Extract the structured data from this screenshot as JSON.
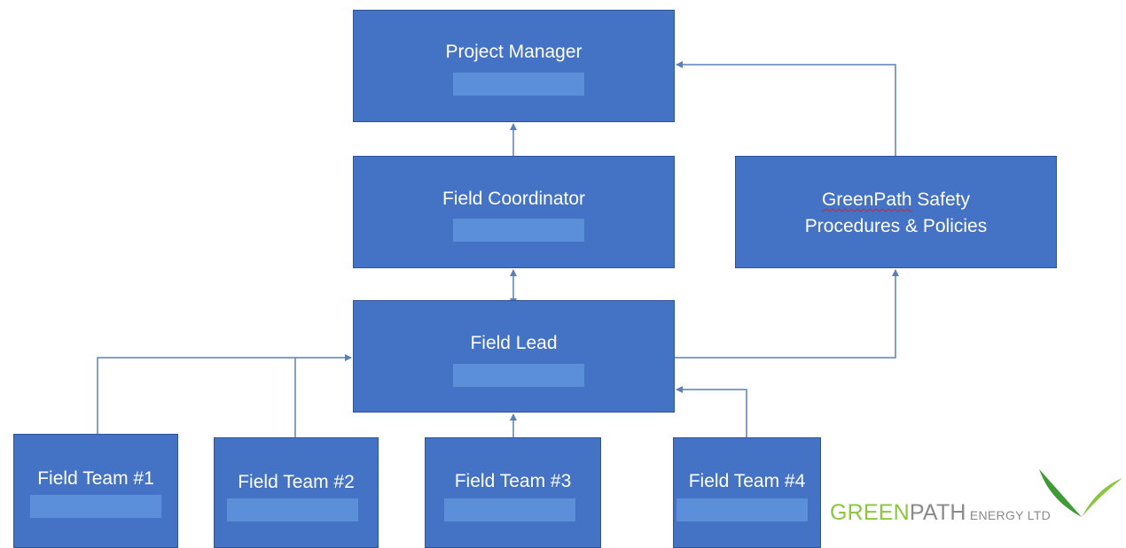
{
  "colors": {
    "box_fill": "#4472c4",
    "box_border": "#2f5597",
    "redaction": "#5b8fd9",
    "connector": "#5b7fbd",
    "logo_green_light": "#8cc63f",
    "logo_green_dark": "#3f9b35",
    "logo_gray": "#8a8a8a"
  },
  "boxes": {
    "project_manager": {
      "line1": "Project Manager"
    },
    "field_coordinator": {
      "line1": "Field Coordinator"
    },
    "safety": {
      "word1": "GreenPath",
      "rest1": " Safety",
      "line2": "Procedures & Policies"
    },
    "field_lead": {
      "line1": "Field Lead"
    },
    "team1": {
      "line1": "Field Team #1"
    },
    "team2": {
      "line1": "Field Team #2"
    },
    "team3": {
      "line1": "Field Team #3"
    },
    "team4": {
      "line1": "Field Team #4"
    }
  },
  "logo": {
    "green": "GREEN",
    "path": "PATH",
    "tail": " ENERGY LTD",
    "icon": "leaf-icon"
  }
}
